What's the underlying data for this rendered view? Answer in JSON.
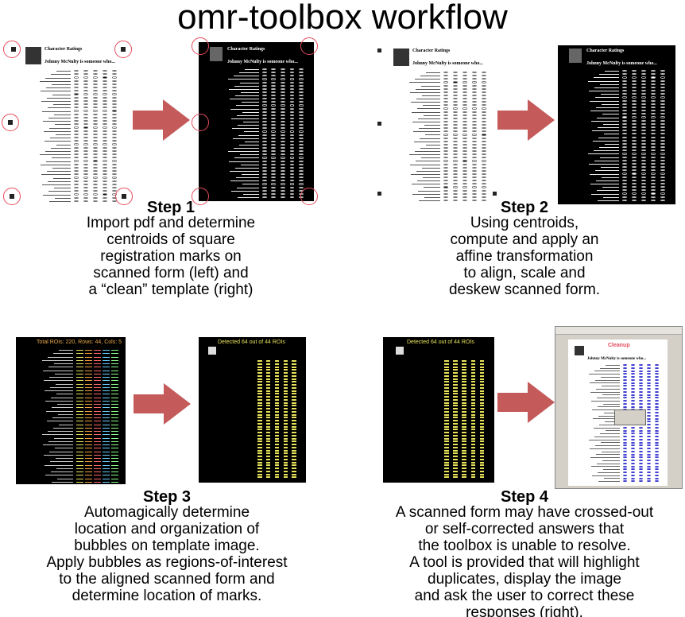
{
  "title": "omr-toolbox workflow",
  "steps": [
    {
      "title": "Step 1",
      "lines": [
        "Import pdf and determine",
        "centroids of square",
        "registration marks on",
        "scanned form (left) and",
        "a “clean” template (right)"
      ]
    },
    {
      "title": "Step 2",
      "lines": [
        "Using centroids,",
        "compute and apply an",
        "affine transformation",
        "to align, scale and",
        "deskew scanned form."
      ]
    },
    {
      "title": "Step 3",
      "lines": [
        "Automagically determine",
        "location and organization of",
        "bubbles on template image.",
        "Apply bubbles as regions-of-interest",
        "to the aligned scanned form and",
        "determine location of marks."
      ]
    },
    {
      "title": "Step 4",
      "lines": [
        "A scanned form may have crossed-out",
        "or self-corrected answers that",
        "the toolbox is unable to resolve.",
        "A tool is provided that will highlight",
        "duplicates, display the image",
        "and ask the user to correct these",
        "responses (right)."
      ]
    }
  ],
  "form": {
    "heading": "Character Ratings",
    "subheading": "Johnny McNulty is someone who..."
  },
  "overlays": {
    "roi_summary": "Total ROIs: 220, Rows: 44, Cols: 5",
    "detected": "Detected 64 out of 44 ROIs",
    "detected_right": "Detected 64 out of 44 ROIs",
    "cleanup": "Cleanup"
  },
  "colors": {
    "arrow": "#c45a5a",
    "ring": "#e34c5c",
    "roi_yellow": "#e8e25a",
    "bubble_blue": "#3a3ad0"
  }
}
